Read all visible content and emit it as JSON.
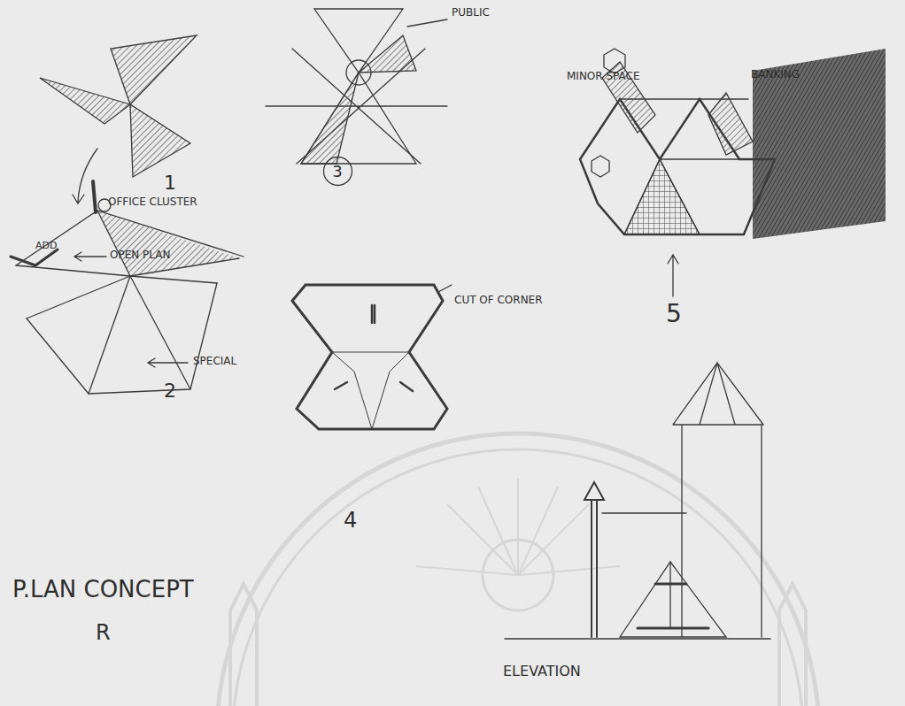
{
  "diagram": {
    "nodes": [
      {
        "text": [
          "3"
        ]
      }
    ],
    "labels": [
      "PUBLIC",
      "MINOR SPACE",
      "BANKING",
      "1",
      "OFFICE CLUSTER",
      "ADD",
      "OPEN PLAN",
      "SPECIAL",
      "2",
      "CUT OF CORNER",
      "4",
      "5",
      "P.LAN CONCEPT",
      "R",
      "ELEVATION"
    ]
  }
}
